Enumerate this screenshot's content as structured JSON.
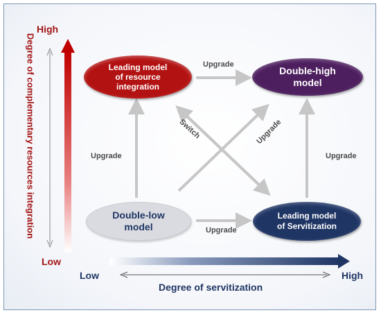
{
  "y_axis": {
    "title": "Degree of complementary resources integration",
    "high": "High",
    "low": "Low"
  },
  "x_axis": {
    "title": "Degree of servitization",
    "high": "High",
    "low": "Low"
  },
  "nodes": {
    "leading_resource": "Leading model\nof resource\nintegration",
    "double_high": "Double-high\nmodel",
    "double_low": "Double-low\nmodel",
    "leading_servitization": "Leading model\nof Servitization"
  },
  "edges": {
    "top_upgrade": "Upgrade",
    "bottom_upgrade": "Upgrade",
    "left_upgrade": "Upgrade",
    "right_upgrade": "Upgrade",
    "diagonal_upgrade": "Upgrade",
    "switch": "Switch"
  },
  "colors": {
    "resource_axis": "#c00000",
    "servitization_axis": "#1f3564",
    "leading_resource": "#b31212",
    "double_high": "#4d1f5f",
    "double_low": "#d9dbe0",
    "leading_servitization": "#1f3564",
    "connector": "#c6c6c6"
  }
}
